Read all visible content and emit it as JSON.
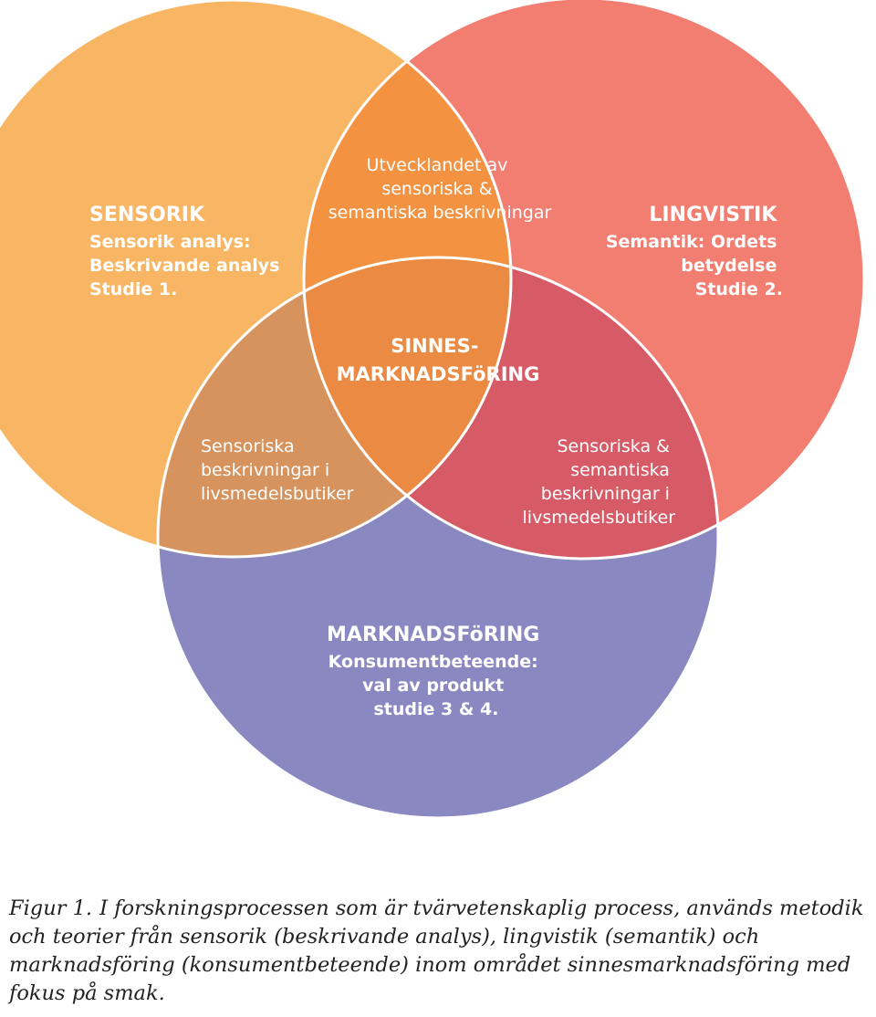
{
  "colors": {
    "sensorik": "#F8B664",
    "lingvistik": "#F27E71",
    "marknadsforing": "#8A88C0",
    "sens_ling": "#F39342",
    "sens_mark": "#D6935E",
    "ling_mark": "#D65B67",
    "center": "#EB8A42",
    "outline": "#ffffff"
  },
  "regions": {
    "sensorik": {
      "lines": [
        "SENSORIK",
        "Sensorik analys:",
        "Beskrivande analys",
        "Studie 1."
      ]
    },
    "lingvistik": {
      "lines": [
        "LINGVISTIK",
        "Semantik: Ordets",
        "betydelse",
        "Studie 2."
      ]
    },
    "marknadsforing": {
      "lines": [
        "MARKNADSFöRING",
        "Konsumentbeteende:",
        "val av produkt",
        "studie 3 & 4."
      ]
    },
    "sens_ling": {
      "lines": [
        "Utvecklandet av",
        "sensoriska &",
        "semantiska beskrivningar"
      ]
    },
    "sens_mark": {
      "lines": [
        "Sensoriska",
        "beskrivningar i",
        "livsmedelsbutiker"
      ]
    },
    "ling_mark": {
      "lines": [
        "Sensoriska &",
        "semantiska",
        "beskrivningar i",
        "livsmedelsbutiker"
      ]
    },
    "center": {
      "lines": [
        "SINNES-",
        "MARKNADSFöRING"
      ]
    }
  },
  "caption": {
    "figure_label": "Figur 1.",
    "text": "I forskningsprocessen som är tvärvetenskaplig process, används metodik och teorier från sensorik (beskrivande analys), lingvistik (semantik) och marknadsföring (konsumentbeteende) inom området sinnesmarknadsföring med fokus på smak."
  }
}
